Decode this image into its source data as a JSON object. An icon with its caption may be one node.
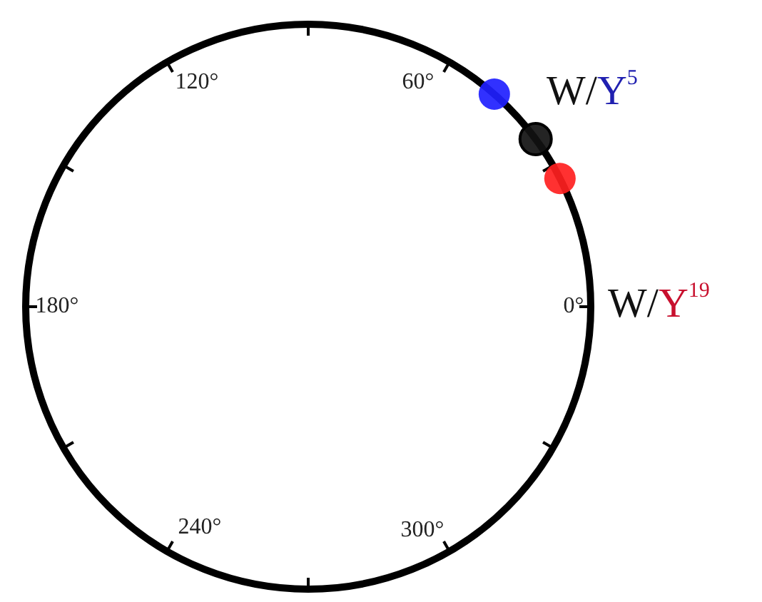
{
  "diagram": {
    "labels": [
      "120°",
      "60°",
      "W/Y$^{5}$",
      "180°",
      "0°",
      "W/Y$^{19}$",
      "240°",
      "300°"
    ]
  }
}
